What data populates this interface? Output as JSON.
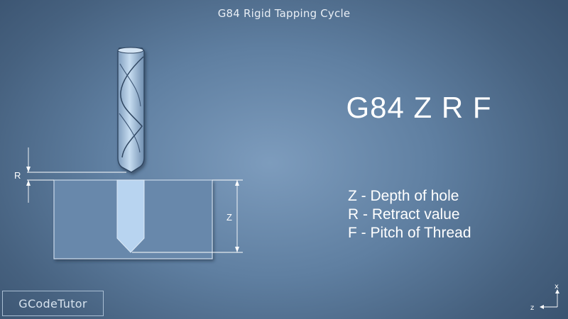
{
  "header": {
    "title": "G84 Rigid Tapping Cycle"
  },
  "main": {
    "code_title": "G84 Z R F",
    "legend": [
      "Z - Depth of hole",
      "R - Retract value",
      "F - Pitch of Thread"
    ]
  },
  "diagram": {
    "r_label": "R",
    "z_label": "Z"
  },
  "axes": {
    "x_label": "x",
    "z_label": "z"
  },
  "brand": {
    "name": "GCodeTutor"
  },
  "colors": {
    "background_center": "#7d9cbd",
    "background_edge": "#3b5471",
    "workpiece": "#6888ab",
    "hole_fill": "#b8d4f0",
    "drill": "#a8c4e0",
    "text": "#ffffff"
  }
}
